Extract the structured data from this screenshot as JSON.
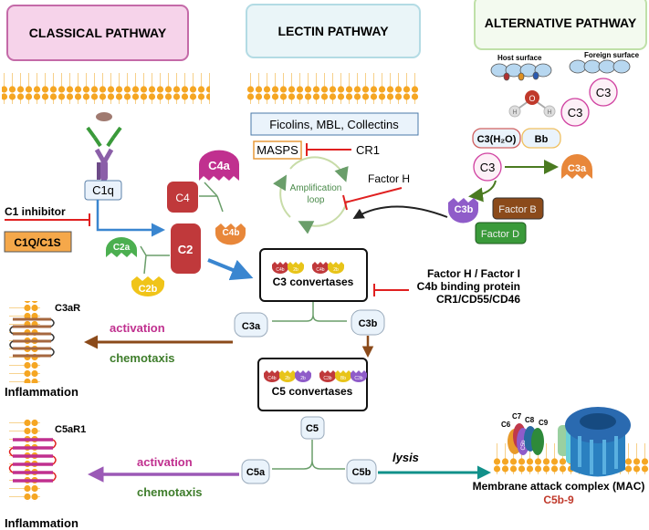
{
  "pathways": {
    "classical": "CLASSICAL PATHWAY",
    "lectin": "LECTIN PATHWAY",
    "alternative": "ALTERNATIVE PATHWAY"
  },
  "classical": {
    "c1q": "C1q",
    "c1_inhibitor": "C1 inhibitor",
    "c1q_c1s": "C1Q/C1S",
    "c4": "C4",
    "c4a": "C4a",
    "c4b": "C4b",
    "c2": "C2",
    "c2a": "C2a",
    "c2b": "C2b"
  },
  "lectin": {
    "ficolins": "Ficolins, MBL, Collectins",
    "masps": "MASPS",
    "cr1": "CR1",
    "amplification": [
      "Amplification",
      "loop"
    ],
    "factor_h": "Factor H"
  },
  "alternative": {
    "host_surface": "Host surface",
    "foreign_surface": "Foreign surface",
    "oxygen": "O",
    "hydrogen": "H",
    "c3": "C3",
    "c3h2o": "C3(H₂O)",
    "bb": "Bb",
    "c3a": "C3a",
    "c3b": "C3b",
    "factor_b": "Factor B",
    "factor_d": "Factor D"
  },
  "c3_convertases": {
    "label": "C3 convertases",
    "parts": [
      "C4b",
      "2b",
      "C4b",
      "2b"
    ]
  },
  "regulators": [
    "Factor H / Factor I",
    "C4b binding protein",
    "CR1/CD55/CD46"
  ],
  "c3_split": {
    "c3a": "C3a",
    "c3b": "C3b"
  },
  "c5_convertases": {
    "label": "C5 convertases",
    "parts": [
      "C4b",
      "2b",
      "2b",
      "C3b",
      "Bb",
      "C3b"
    ]
  },
  "c5_split": {
    "c5": "C5",
    "c5a": "C5a",
    "c5b": "C5b"
  },
  "c3ar": {
    "receptor": "C3aR",
    "activation": "activation",
    "chemotaxis": "chemotaxis",
    "outcome": "Inflammation"
  },
  "c5ar1": {
    "receptor": "C5aR1",
    "activation": "activation",
    "chemotaxis": "chemotaxis",
    "outcome": "Inflammation"
  },
  "mac": {
    "lysis": "lysis",
    "components": [
      "C6",
      "C7",
      "C8",
      "C9",
      "C5b"
    ],
    "label": "Membrane attack complex (MAC)",
    "sub": "C5b-9"
  },
  "colors": {
    "membrane": "#f5a623",
    "complement_red": "#c0393b",
    "c4a_magenta": "#c0308f",
    "c4b_orange": "#e8873a",
    "c2a_green": "#4caf50",
    "c2b_yellow": "#f0c419",
    "c3b_purple": "#8f5cc9",
    "inhibit_red": "#e02020",
    "brown": "#8b4a1a",
    "teal": "#11908a",
    "activation_magenta": "#c0308f",
    "chemotaxis_green": "#3e7d2b"
  }
}
